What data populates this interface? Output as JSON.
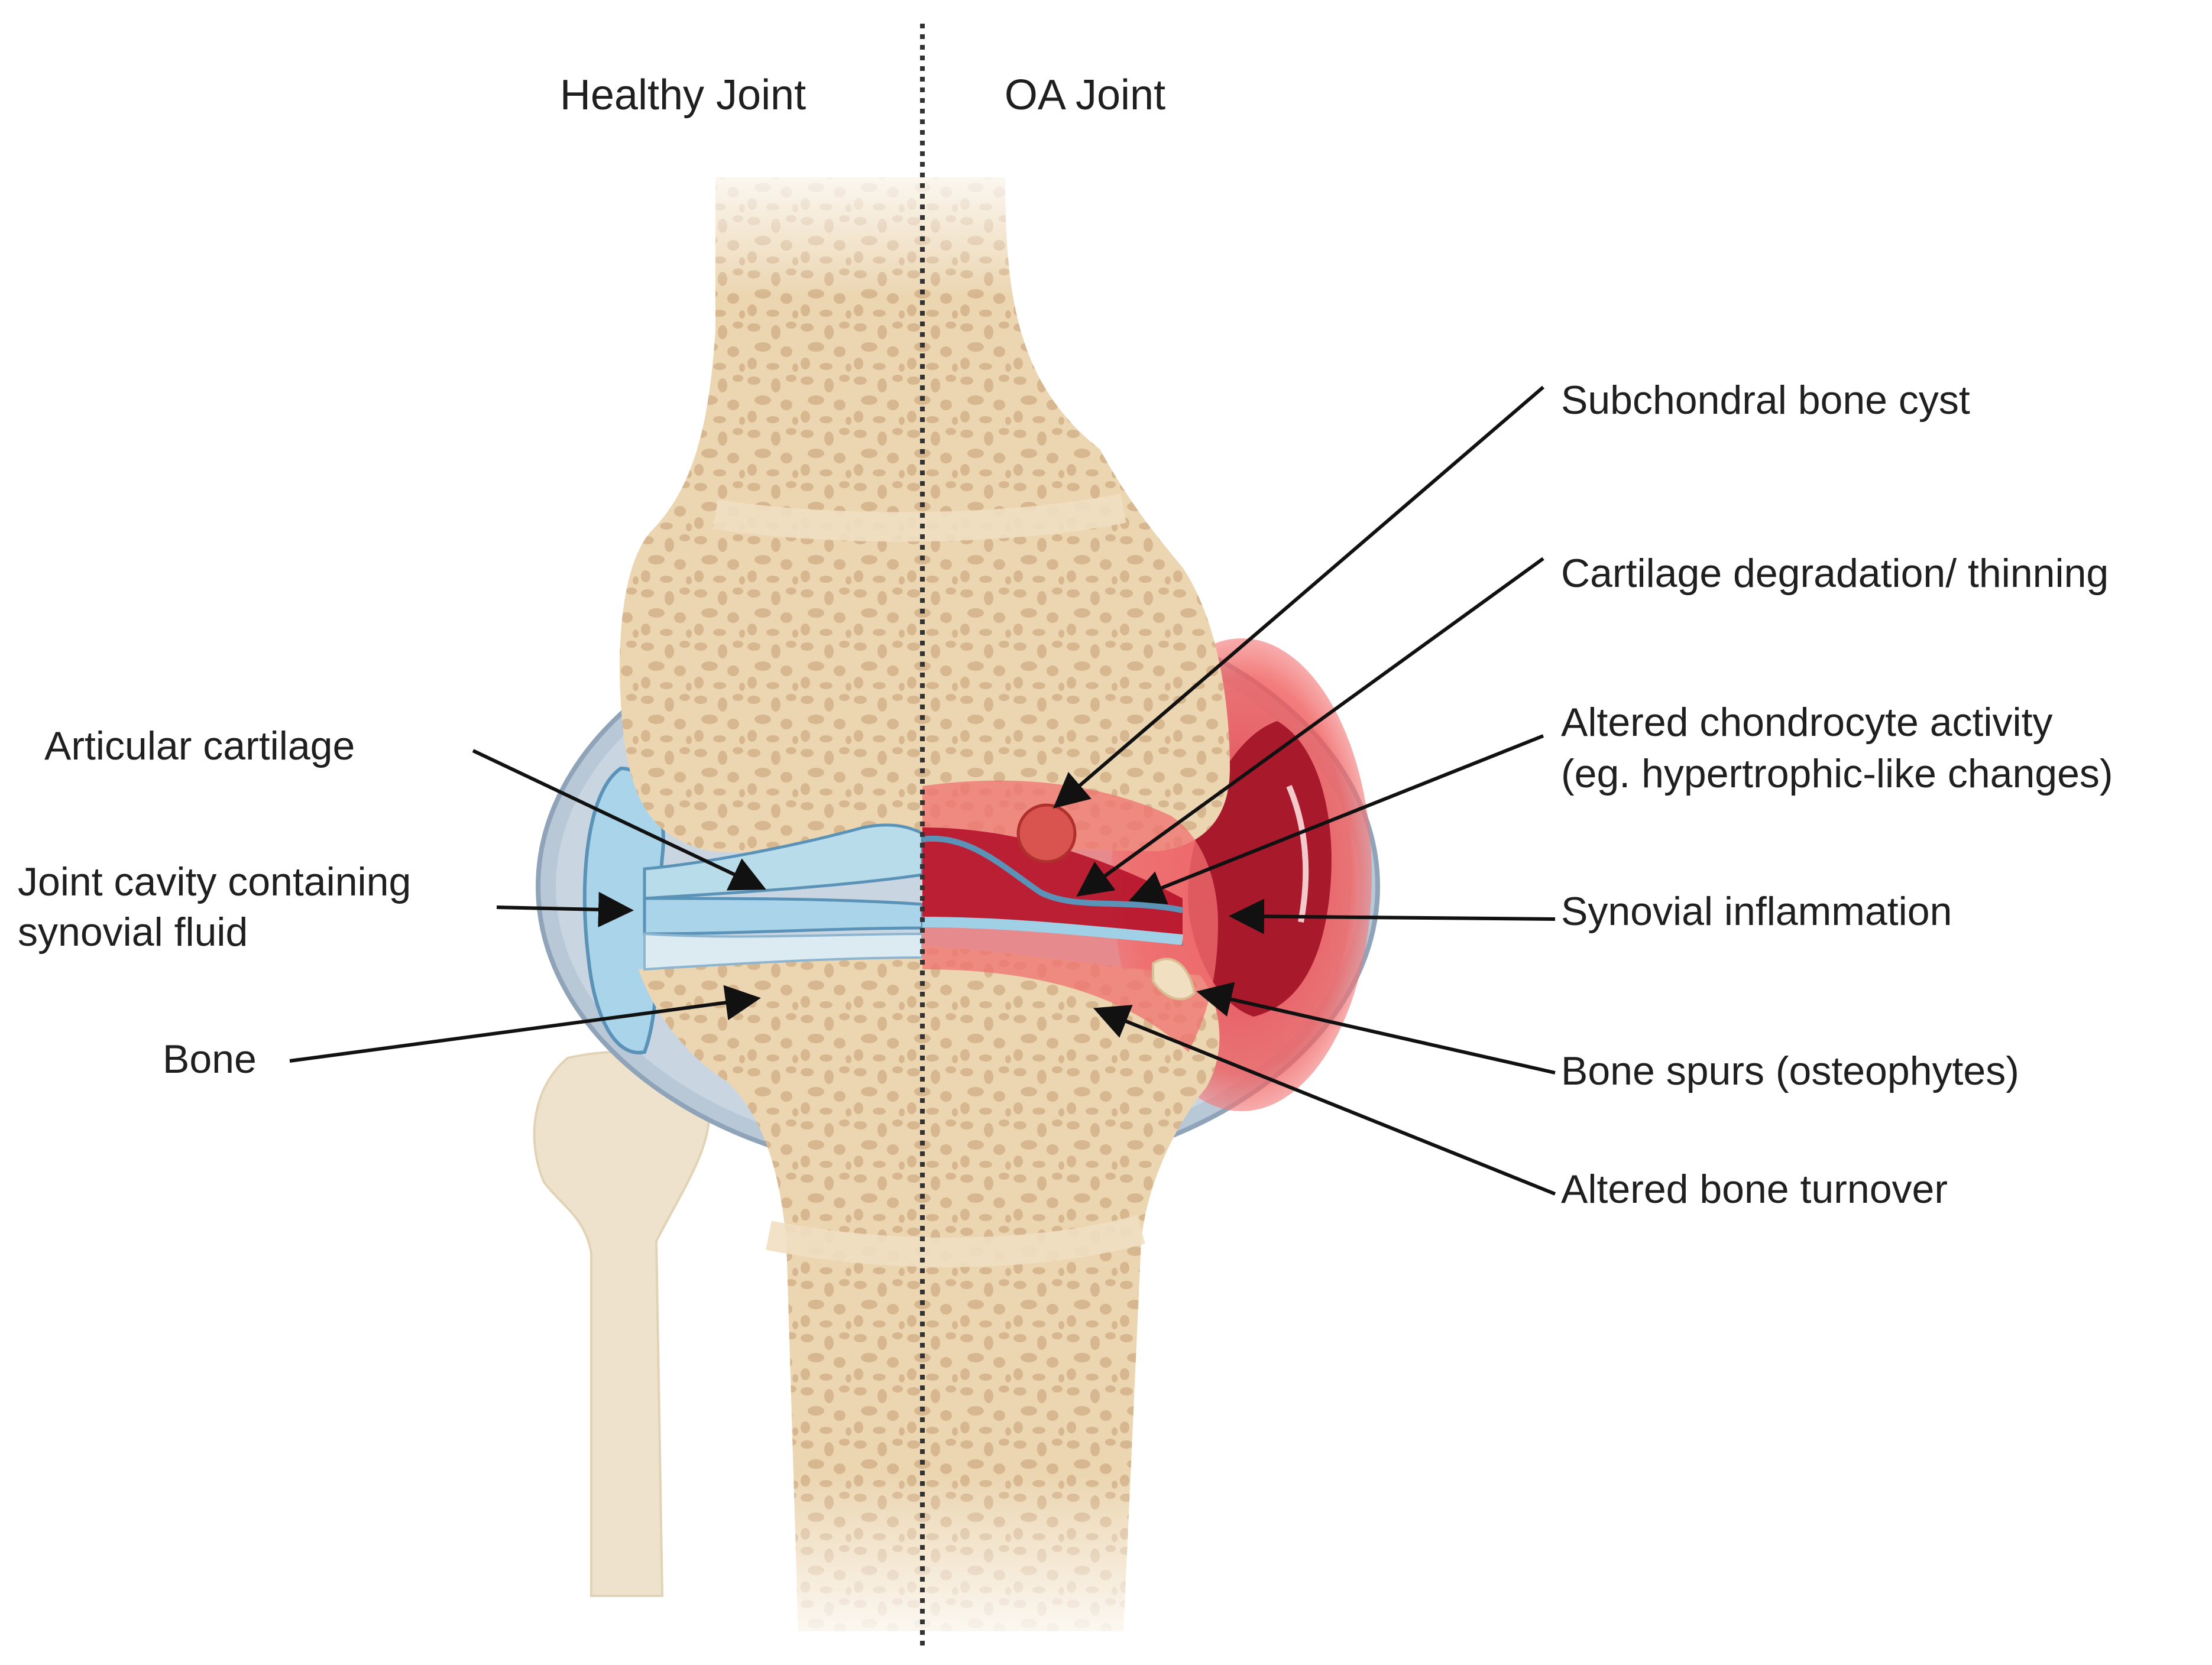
{
  "headers": {
    "healthy": "Healthy Joint",
    "oa": "OA Joint"
  },
  "left_labels": {
    "articular_cartilage": "Articular cartilage",
    "joint_cavity_line1": "Joint cavity containing",
    "joint_cavity_line2": "synovial fluid",
    "bone": "Bone"
  },
  "right_labels": {
    "subchondral_cyst": "Subchondral bone cyst",
    "cartilage_degradation": "Cartilage degradation/ thinning",
    "chondrocyte_line1": "Altered chondrocyte activity",
    "chondrocyte_line2": "(eg. hypertrophic-like changes)",
    "synovial_inflammation": "Synovial inflammation",
    "bone_spurs": "Bone spurs (osteophytes)",
    "bone_turnover": "Altered bone turnover"
  },
  "colors": {
    "bone": "#ecd6b2",
    "trabecular": "#d6b48c",
    "capsule": "#9fb3c6",
    "cartilage": "#b9dcea",
    "inflammation": "#e64545",
    "inflammation_dark": "#a8192c",
    "divider": "#333333"
  },
  "icons": {
    "arrow": "arrow-icon"
  }
}
